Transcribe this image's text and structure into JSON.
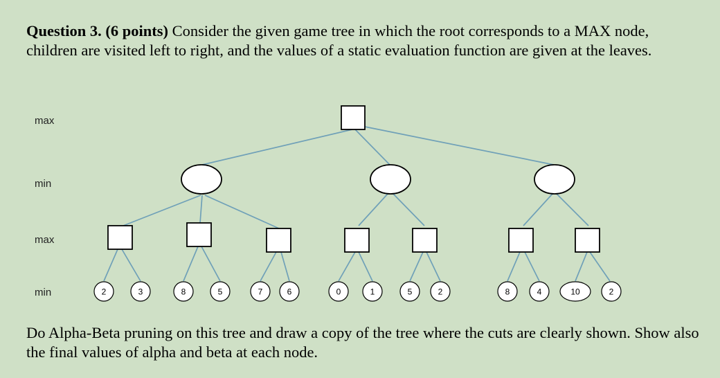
{
  "question": {
    "label": "Question 3. (6 points)",
    "text": " Consider the given game tree in which the root corresponds to a MAX node, children are visited left to right, and the values of a static evaluation function are given at the leaves."
  },
  "levels": [
    "max",
    "min",
    "max",
    "min"
  ],
  "leaves": [
    "2",
    "3",
    "8",
    "5",
    "7",
    "6",
    "0",
    "1",
    "5",
    "2",
    "8",
    "4",
    "10",
    "2"
  ],
  "footer": "Do Alpha-Beta pruning on this tree and draw a copy of the tree where the cuts are clearly shown. Show also the final values of alpha and beta at each node."
}
